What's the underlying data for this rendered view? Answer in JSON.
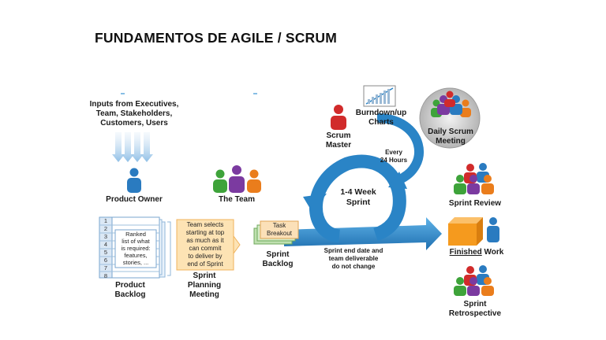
{
  "title": "FUNDAMENTOS DE AGILE / SCRUM",
  "inputs": [
    "Inputs from Executives,",
    "Team, Stakeholders,",
    "Customers, Users"
  ],
  "product_owner": "Product Owner",
  "the_team": "The Team",
  "backlog_rows": [
    "1",
    "2",
    "3",
    "4",
    "5",
    "6",
    "7",
    "8"
  ],
  "backlog_note": [
    "Ranked",
    "list of what",
    "is required:",
    "features,",
    "stories, ..."
  ],
  "product_backlog": [
    "Product",
    "Backlog"
  ],
  "planning_note": [
    "Team selects",
    "starting at top",
    "as much as it",
    "can commit",
    "to deliver by",
    "end of Sprint"
  ],
  "sprint_planning": [
    "Sprint",
    "Planning",
    "Meeting"
  ],
  "task_breakout": [
    "Task",
    "Breakout"
  ],
  "sprint_backlog": [
    "Sprint",
    "Backlog"
  ],
  "scrum_master": [
    "Scrum",
    "Master"
  ],
  "burndown": [
    "Burndown/up",
    "Charts"
  ],
  "daily_scrum": [
    "Daily Scrum",
    "Meeting"
  ],
  "every_24": [
    "Every",
    "24 Hours"
  ],
  "sprint_length": [
    "1-4 Week",
    "Sprint"
  ],
  "sprint_end": [
    "Sprint end date and",
    "team deliverable",
    "do not change"
  ],
  "sprint_review": "Sprint Review",
  "finished": "Finished",
  "work": " Work",
  "retrospective": [
    "Sprint",
    "Retrospective"
  ],
  "colors": {
    "arrow_blue": "#2a84c6",
    "person_blue": "#2a7bc0",
    "person_red": "#d12b2b",
    "person_green": "#3ea33a",
    "person_purple": "#7b3aa0",
    "person_orange": "#ea7d1c",
    "note_orange": "#fde3b4",
    "box_orange": "#f59a1e"
  }
}
